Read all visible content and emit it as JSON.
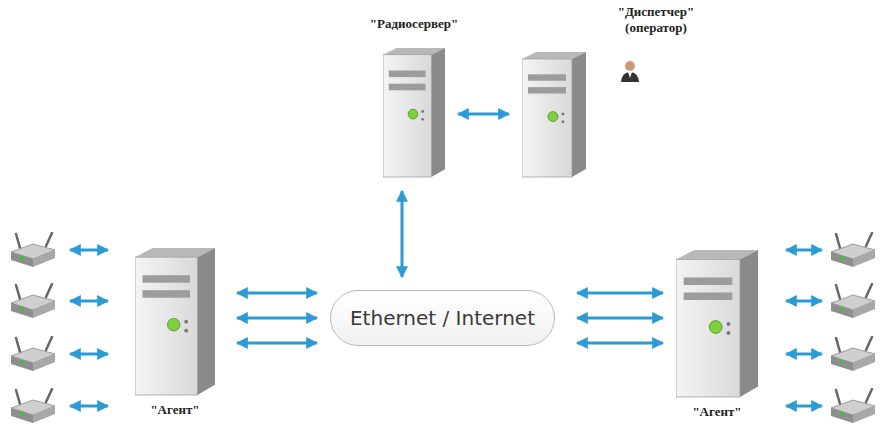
{
  "diagram": {
    "nodes": [
      {
        "text": [
          "\"Радиосервер\""
        ]
      },
      {
        "text": [
          "\"Диспетчер\" (оператор)"
        ]
      },
      {
        "text": [
          "\"Агент\""
        ]
      },
      {
        "text": [
          "Ethernet / Internet"
        ]
      },
      {
        "text": [
          "\"Агент\""
        ]
      }
    ],
    "edges": [
      {
        "from": 0,
        "to": 1,
        "arrow": "both"
      },
      {
        "from": 0,
        "to": 3,
        "arrow": "both"
      },
      {
        "from": 2,
        "to": 3,
        "arrow": "both"
      },
      {
        "from": 2,
        "to": 3,
        "arrow": "both"
      },
      {
        "from": 2,
        "to": 3,
        "arrow": "both"
      },
      {
        "from": 3,
        "to": 4,
        "arrow": "both"
      },
      {
        "from": 3,
        "to": 4,
        "arrow": "both"
      },
      {
        "from": 3,
        "to": 4,
        "arrow": "both"
      }
    ]
  }
}
